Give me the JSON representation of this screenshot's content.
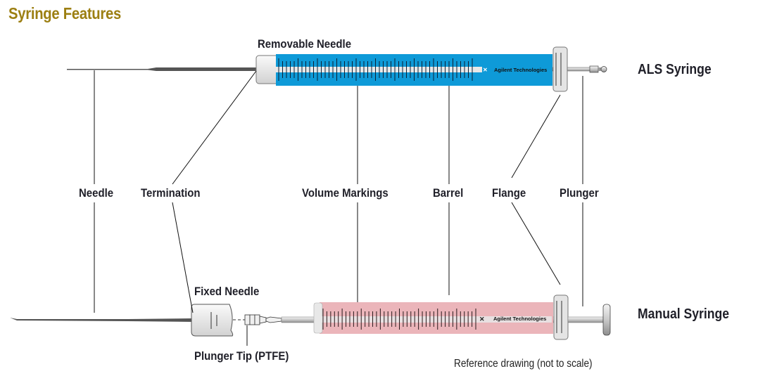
{
  "title": "Syringe Features",
  "syringes": {
    "als": {
      "label": "ALS Syringe",
      "top_label": "Removable Needle",
      "brand": "Agilent Technologies",
      "barrel_color": "#0e9ad8"
    },
    "manual": {
      "label": "Manual Syringe",
      "top_label": "Fixed Needle",
      "bottom_label": "Plunger Tip (PTFE)",
      "brand": "Agilent Technologies",
      "barrel_color": "#ebb5ba"
    }
  },
  "callouts": {
    "needle": "Needle",
    "termination": "Termination",
    "volume_markings": "Volume Markings",
    "barrel": "Barrel",
    "flange": "Flange",
    "plunger": "Plunger"
  },
  "note": "Reference drawing (not to scale)",
  "colors": {
    "title": "#9c7f12",
    "text": "#1f1f28"
  }
}
